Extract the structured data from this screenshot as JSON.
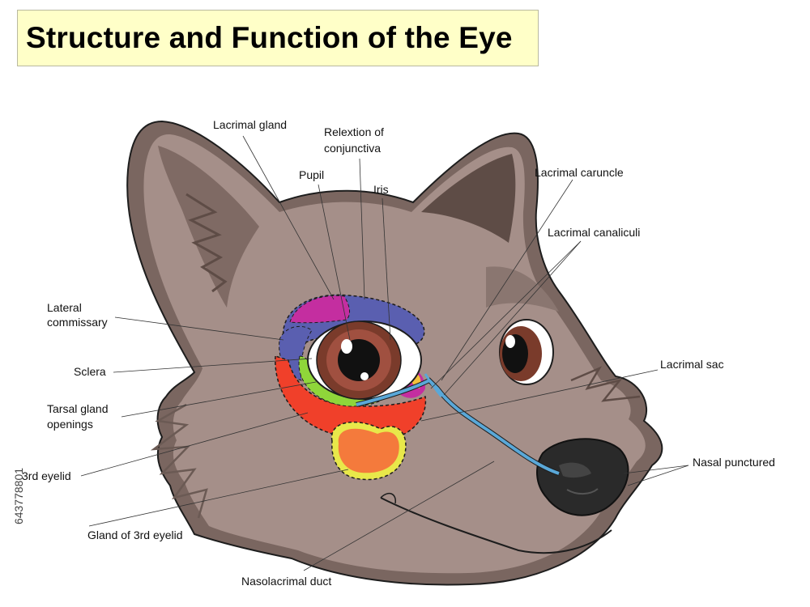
{
  "title": "Structure and Function of the Eye",
  "labels": {
    "lacrimal_gland": "Lacrimal gland",
    "reflection_line1": "Relextion of",
    "reflection_line2": "conjunctiva",
    "pupil": "Pupil",
    "iris": "Iris",
    "lacrimal_caruncle": "Lacrimal caruncle",
    "lacrimal_canaliculi": "Lacrimal canaliculi",
    "lateral_commissary_line1": "Lateral",
    "lateral_commissary_line2": "commissary",
    "sclera": "Sclera",
    "tarsal_line1": "Tarsal gland",
    "tarsal_line2": "openings",
    "third_eyelid": "3rd eyelid",
    "lacrimal_sac": "Lacrimal sac",
    "nasal_punctured": "Nasal punctured",
    "gland_third_eyelid": "Gland of 3rd eyelid",
    "nasolacrimal_duct": "Nasolacrimal duct"
  },
  "watermark": "643778801",
  "colors": {
    "title_bg": "#ffffc8",
    "fur": "#a58f89",
    "fur_dark": "#6b5a54",
    "lacrimal_gland": "#5a5fb0",
    "gland_magenta": "#c42ea0",
    "sclera_green": "#8fd63a",
    "tarsal_red": "#f0402a",
    "third_eyelid_orange": "#f47a3c",
    "gland_yellow": "#e8e84a",
    "duct_blue": "#5aa8d8",
    "iris_brown": "#7a3b2b",
    "nose": "#222222"
  }
}
